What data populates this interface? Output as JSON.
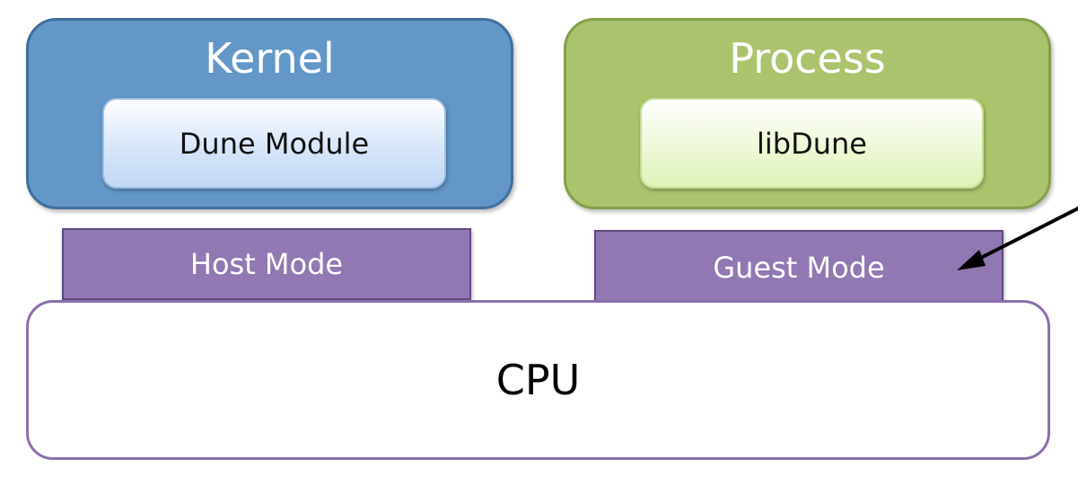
{
  "kernel": {
    "title": "Kernel",
    "inner_label": "Dune Module",
    "color": "#6297c8"
  },
  "process": {
    "title": "Process",
    "inner_label": "libDune",
    "color": "#abc36c"
  },
  "modes": {
    "host_label": "Host Mode",
    "guest_label": "Guest Mode",
    "color": "#9178b2"
  },
  "cpu": {
    "label": "CPU",
    "border_color": "#8a6fac"
  },
  "arrow": {
    "target": "guest-mode",
    "color": "#000000"
  }
}
